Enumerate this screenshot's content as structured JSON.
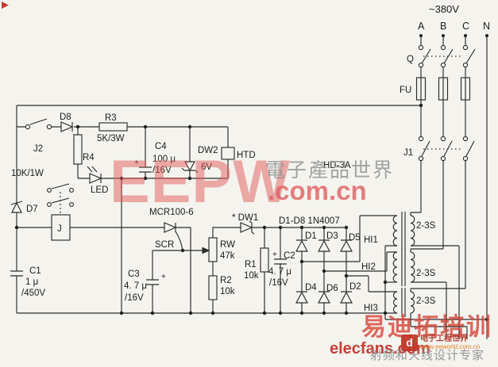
{
  "schematic": {
    "supply": {
      "voltage": "~380V",
      "ph_a": "A",
      "ph_b": "B",
      "ph_c": "C",
      "ph_n": "N",
      "breaker": "Q",
      "fuse": "FU",
      "contactor": "J1"
    },
    "transformers": {
      "t1": "2-3S",
      "t2": "2-3S",
      "t3": "2-3S",
      "hi1": "HI1",
      "hi2": "HI2",
      "hi3": "HI3"
    },
    "bridge": {
      "header": "D1-D8  1N4007",
      "d1": "D1",
      "d3": "D3",
      "d5": "D5",
      "d4": "D4",
      "d6": "D6",
      "d2": "D2"
    },
    "components": {
      "model": "HD-3A",
      "j2": "J2",
      "d8": "D8",
      "r3": "R3",
      "r3v": "5K/3W",
      "r4": "R4",
      "r4v": "10K/1W",
      "led": "LED",
      "c4": "C4",
      "c4v1": "100 μ",
      "c4v2": "/16V",
      "dw2": "DW2",
      "dw2v": "6V",
      "htd": "HTD",
      "d7": "D7",
      "relay": "J",
      "c1": "C1",
      "c1v1": "1 μ",
      "c1v2": "/450V",
      "mcr": "MCR100-6",
      "scr": "SCR",
      "c3": "C3",
      "c3v1": "4. 7 μ",
      "c3v2": "/16V",
      "rw": "RW",
      "rwv": "47k",
      "r2": "R2",
      "r2v": "10k",
      "dw1": "* DW1",
      "r1": "R1",
      "r1v": "10k",
      "c2": "C2",
      "c2v1": "4. 7 μ",
      "c2v2": "/16V",
      "plus": "+"
    }
  },
  "watermarks": {
    "eepw": "EEPW",
    "cjk_world": "電子產品世界",
    "comcn": ".com.cn",
    "training": "易迪拓培训",
    "elecfans": "elecfans.com",
    "rf_expert": "射频和天线设计专家",
    "eeworld_glyph": "d",
    "eeworld_cn": "电子工程世界",
    "eeworld_url": "www.eeworld.com.cn"
  }
}
